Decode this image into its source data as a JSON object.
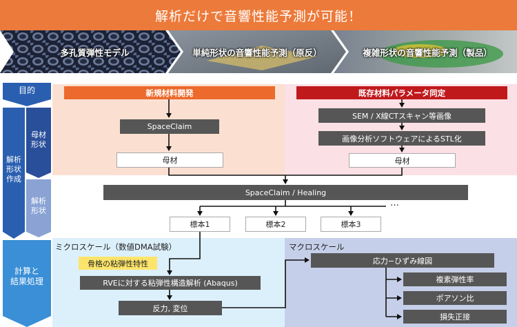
{
  "banner": {
    "title": "解析だけで音響性能予測が可能！"
  },
  "steps": [
    {
      "label": "多孔質弾性モデル"
    },
    {
      "label": "単純形状の音響性能予測（原反）"
    },
    {
      "label": "複雑形状の音響性能予測（製品）"
    }
  ],
  "side": {
    "purpose": "目的",
    "shape_creation": "解析\n形状\n作成",
    "base_shape": "母材\n形状",
    "analysis_shape": "解析\n形状",
    "calc": "計算と\n結果処理"
  },
  "new_material": {
    "header": "新規材料開発",
    "spaceclaim": "SpaceClaim",
    "base": "母材"
  },
  "existing_material": {
    "header": "既存材料パラメータ同定",
    "sem": "SEM / X線CTスキャン等画像",
    "image_analysis": "画像分析ソフトウェアによるSTL化",
    "base": "母材"
  },
  "healing": "SpaceClaim / Healing",
  "ellipsis": "…",
  "specimens": [
    "標本1",
    "標本2",
    "標本3"
  ],
  "micro": {
    "title": "ミクロスケール（数値DMA試験）",
    "note": "骨格の粘弾性特性",
    "rve": "RVEに対する粘弾性構造解析 (Abaqus)",
    "force": "反力, 変位"
  },
  "macro": {
    "title": "マクロスケール",
    "stress_strain": "応力−ひずみ線図",
    "results": [
      "複素弾性率",
      "ポアソン比",
      "損失正接"
    ]
  },
  "colors": {
    "banner": "#ec7a3a",
    "red_header": "#c0191c",
    "orange_header": "#ec6a2c",
    "side_blue": "#2a5fb0",
    "side_light": "#8aa3d4"
  }
}
